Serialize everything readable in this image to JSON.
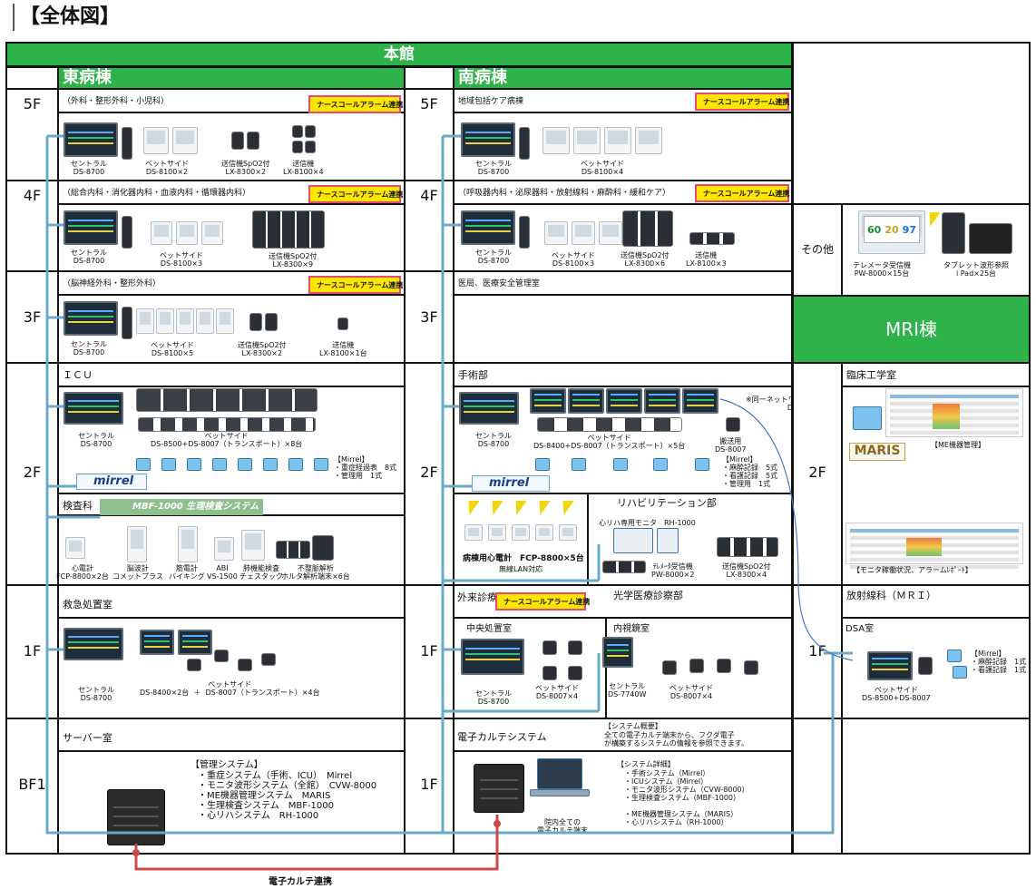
{
  "heading": "【全体図】",
  "honkan": "本館",
  "east_building": "東病棟",
  "south_building": "南病棟",
  "mri_building": "MRI棟",
  "nurse_call": "ナースコールアラーム連携",
  "floors": {
    "f5": "5F",
    "f4": "4F",
    "f3": "3F",
    "f2": "2F",
    "f1": "1F",
    "bf1": "BF1"
  },
  "other": "その他",
  "labels": {
    "central_8700": "セントラル\nDS-8700",
    "central_7740": "セントラル\nDS-7740W",
    "bedside": "ベットサイド"
  },
  "east": {
    "f5": {
      "title": "（外科・整形外科・小児科）",
      "b1": "ベットサイド\nDS-8100×2",
      "b2": "送信機SpO2付\nLX-8300×2",
      "b3": "送信機\nLX-8100×4"
    },
    "f4": {
      "title": "（総合内科・消化器内科・血液内科・循環器内科）",
      "b1": "ベットサイド\nDS-8100×3",
      "b2": "送信機SpO2付\nLX-8300×9"
    },
    "f3": {
      "title": "（脳神経外科・整形外科）",
      "b1": "ベットサイド\nDS-8100×5",
      "b2": "送信機SpO2付\nLX-8300×2",
      "b3": "送信機\nLX-8100×1台"
    },
    "f2": {
      "icu": "ＩＣＵ",
      "icu_beds": "ベットサイド\nDS-8500+DS-8007（トランスポート）×8台",
      "mirrel": "mirrel",
      "mirrel_note": "【Mirrel】\n・重症経過表　8式\n・管理用　1式",
      "lab": "検査科",
      "mbf": "MBF-1000  生理検査システム",
      "lab_items": [
        "心電計\nFCP-8800×2台",
        "脳波計\nコメットプラス",
        "筋電計\nバイキング",
        "ABI\nVS-1500",
        "肺機能検査\nチェスタック",
        "不整脈解析\nホルタ解析端末×6台"
      ]
    },
    "f1": {
      "title": "救急処置室",
      "b1": "ベットサイド\nDS-8400×2台  ＋  DS-8007（トランスポート）×4台"
    },
    "bf1": {
      "title": "サーバー室",
      "system_title": "【管理システム】",
      "systems": "・重症システム（手術、ICU）　Mirrel\n・モニタ波形システム（全館）　CVW-8000\n・ME機器管理システム　MARIS\n・生理検査システム　MBF-1000\n・心リハシステム　RH-1000"
    }
  },
  "south": {
    "f5": {
      "title": "地域包括ケア病棟",
      "b1": "ベットサイド\nDS-8100×4"
    },
    "f4": {
      "title": "（呼吸器内科・泌尿器科・放射線科・麻酔科・緩和ケア）",
      "b1": "ベットサイド\nDS-8100×3",
      "b2": "送信機SpO2付\nLX-8300×6",
      "b3": "送信機\nLX-8100×3"
    },
    "f3": {
      "title": "医局、医療安全管理室"
    },
    "f2": {
      "title": "手術部",
      "net_note": "※同一ネットワーク\nDSA室",
      "beds": "ベットサイド\nDS-8400+DS-8007（トランスポート）×5台",
      "transport": "搬送用\nDS-8007",
      "mirrel_note": "【Mirrel】\n・麻酔記録　5式\n・看護記録　5式\n・管理用　1式",
      "ward_ecg": "病棟用心電計　FCP-8800×5台",
      "wireless": "無線LAN対応",
      "rehab": "リハビリテーション部",
      "rehab_monitor": "心リハ専用モニタ　RH-1000",
      "telemeter": "ﾃﾚﾒｰﾀ受信機\nPW-8000×2",
      "tx": "送信機SpO2付\nLX-8300×4"
    },
    "f1": {
      "title": "外来診療部",
      "optical": "光学医療診察部",
      "central": "中央処置室",
      "endo": "内視鏡室",
      "b1": "ベットサイド\nDS-8007×4",
      "b2": "ベットサイド\nDS-8007×4"
    },
    "emr": {
      "title": "電子カルテシステム",
      "floor": "1F",
      "overview_title": "【システム概要】",
      "overview": "全ての電子カルテ端末から、フクダ電子\nが構築するシステムの情報を参照できます。",
      "detail_title": "【システム詳細】",
      "details": "・手術システム（Mirrel）\n・ICUシステム（Mirrel）\n・モニタ波形システム（CVW-8000）\n・生理検査システム（MBF-1000）\n\n・ME機器管理システム（MARIS）\n・心リハシステム（RH-1000）",
      "terminal": "院内全ての\n電子カルテ端末"
    }
  },
  "mri": {
    "other_tel": "テレメータ受信機\nPW-8000×15台",
    "other_ipad": "タブレット波形参照\ni Pad×25台",
    "tel_values": [
      "60",
      "20",
      "97"
    ],
    "ce_room": "臨床工学室",
    "maris": "MARIS",
    "me_mgmt": "【ME機器管理】",
    "monitor_status": "【モニタ稼働状況、アラームﾚﾎﾟｰﾄ】",
    "radiology": "放射線科（ＭＲＩ）",
    "dsa": "DSA室",
    "dsa_beds": "ベットサイド\nDS-8500+DS-8007",
    "dsa_note": "【Mirrel】\n・麻酔記録　1式\n・看護記録　1式"
  },
  "emr_link": "電子カルテ連携"
}
